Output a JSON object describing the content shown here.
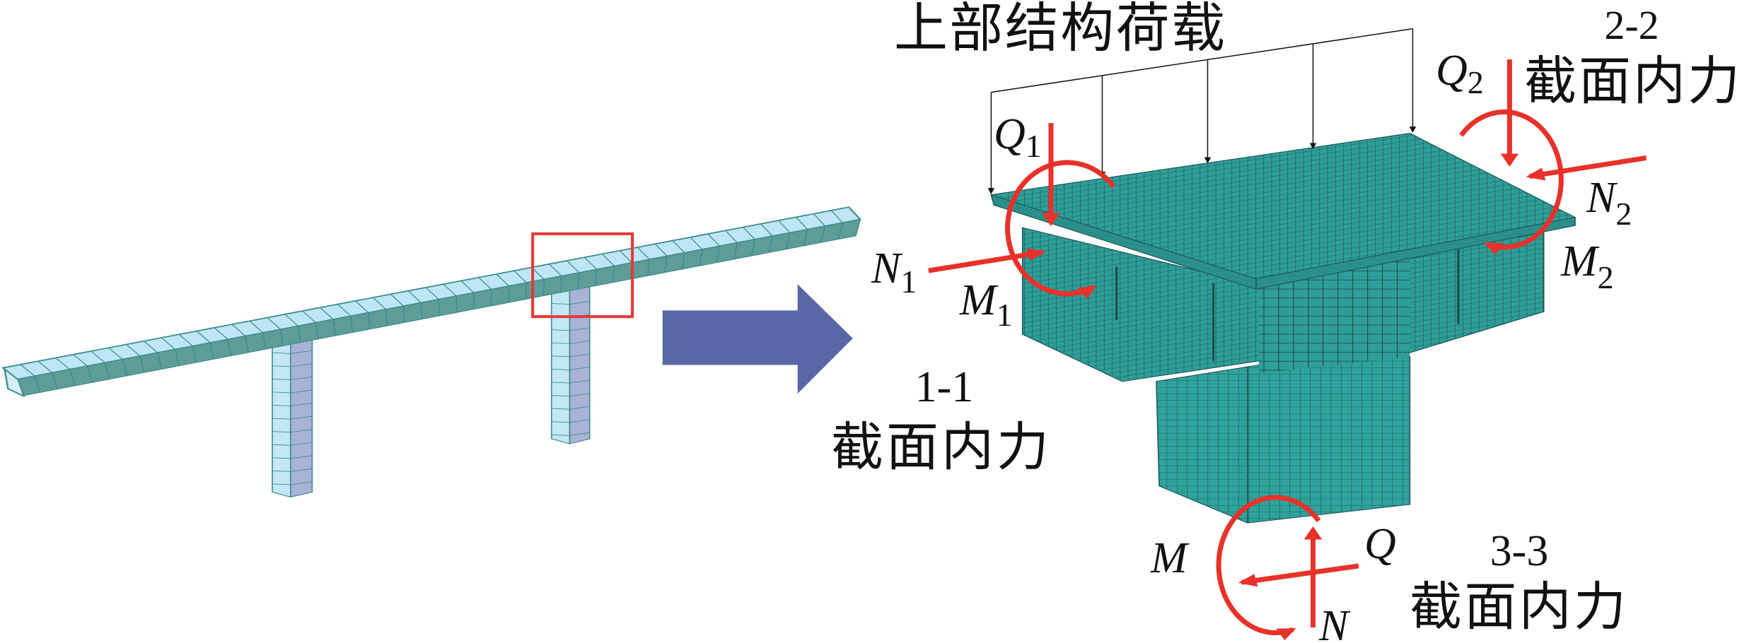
{
  "title": "上部结构荷载",
  "colors": {
    "force_arrow": "#e8312a",
    "transition_arrow": "#5a67a6",
    "highlight_box": "#e53935",
    "mesh": "#2e9e9a",
    "bridge": "#b9e3f0"
  },
  "sections": {
    "s11": {
      "id": "1-1",
      "caption": "截面内力"
    },
    "s22": {
      "id": "2-2",
      "caption": "截面内力"
    },
    "s33": {
      "id": "3-3",
      "caption": "截面内力"
    }
  },
  "forces": {
    "Q1": {
      "sym": "Q",
      "sub": "1"
    },
    "N1": {
      "sym": "N",
      "sub": "1"
    },
    "M1": {
      "sym": "M",
      "sub": "1"
    },
    "Q2": {
      "sym": "Q",
      "sub": "2"
    },
    "N2": {
      "sym": "N",
      "sub": "2"
    },
    "M2": {
      "sym": "M",
      "sub": "2"
    },
    "Q": {
      "sym": "Q"
    },
    "N": {
      "sym": "N"
    },
    "M": {
      "sym": "M"
    }
  }
}
